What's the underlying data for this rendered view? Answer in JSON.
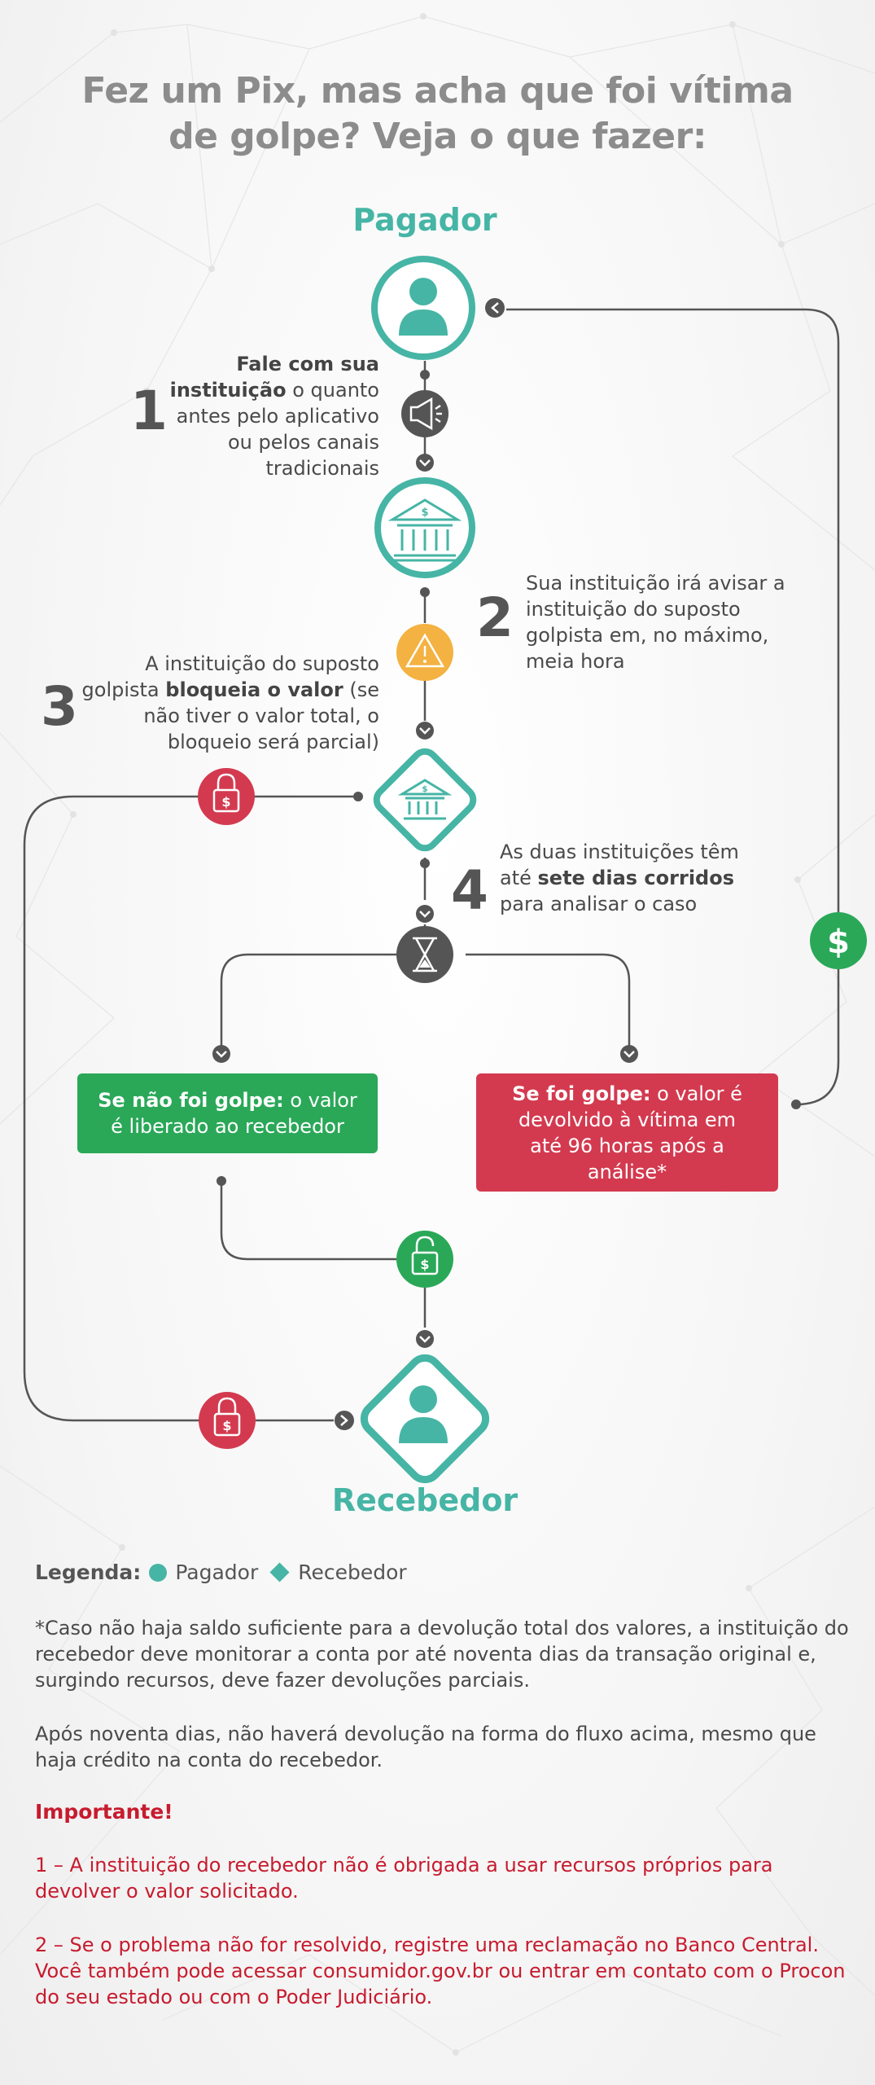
{
  "title_line1": "Fez um Pix, mas acha que foi vítima",
  "title_line2": "de golpe? Veja o que fazer:",
  "pagador_label": "Pagador",
  "recebedor_label": "Recebedor",
  "colors": {
    "teal": "#46b5a5",
    "dark": "#555555",
    "amber": "#f3b241",
    "red": "#d33a4f",
    "green": "#2aa858",
    "warning_text": "#c71b2e"
  },
  "steps": [
    {
      "number": "1",
      "lines": [
        {
          "bold": "Fale com sua"
        },
        {
          "bold": "instituição",
          "text": " o quanto"
        },
        {
          "text": "antes pelo aplicativo"
        },
        {
          "text": "ou pelos canais"
        },
        {
          "text": "tradicionais"
        }
      ]
    },
    {
      "number": "2",
      "lines": [
        {
          "text": "Sua instituição irá avisar a"
        },
        {
          "text": "instituição do suposto"
        },
        {
          "text": "golpista em, no máximo,"
        },
        {
          "text": "meia hora"
        }
      ]
    },
    {
      "number": "3",
      "lines": [
        {
          "text": "A instituição do suposto"
        },
        {
          "text": "golpista ",
          "bold": "bloqueia o valor",
          "text2": " (se"
        },
        {
          "text": "não tiver o valor total, o"
        },
        {
          "text": "bloqueio será parcial)"
        }
      ]
    },
    {
      "number": "4",
      "lines": [
        {
          "text": "As duas instituições têm"
        },
        {
          "text": "até ",
          "bold": "sete dias corridos"
        },
        {
          "text": "para analisar o caso"
        }
      ]
    }
  ],
  "outcome_not_scam": {
    "bold": "Se não foi golpe:",
    "text": " o valor é liberado ao recebedor"
  },
  "outcome_scam": {
    "bold": "Se foi golpe:",
    "text": " o valor é devolvido à vítima em até 96 horas após a análise*"
  },
  "icons": {
    "pagador": "person-icon",
    "megaphone": "megaphone-icon",
    "bank": "bank-icon",
    "warning": "warning-icon",
    "hourglass": "hourglass-icon",
    "lock": "lock-icon",
    "unlock": "unlock-icon",
    "dollar": "dollar-icon"
  },
  "dollar_symbol": "$",
  "legend": {
    "label": "Legenda:",
    "pagador": "Pagador",
    "recebedor": "Recebedor"
  },
  "notes": {
    "footnote": "*Caso não haja saldo suficiente para a devolução total dos valores, a instituição do recebedor deve monitorar a conta por até noventa dias da transação original e, surgindo recursos, deve fazer devoluções parciais.",
    "after_90": "Após noventa dias, não haverá devolução na forma do fluxo acima, mesmo que haja crédito na conta do recebedor.",
    "important_label": "Importante!",
    "important_1": "1 – A instituição do recebedor não é obrigada a usar recursos próprios para devolver o valor solicitado.",
    "important_2": "2 – Se o problema não for resolvido, registre uma reclamação no Banco Central. Você também pode acessar consumidor.gov.br ou entrar em contato com o Procon do seu estado ou com o Poder Judiciário."
  }
}
